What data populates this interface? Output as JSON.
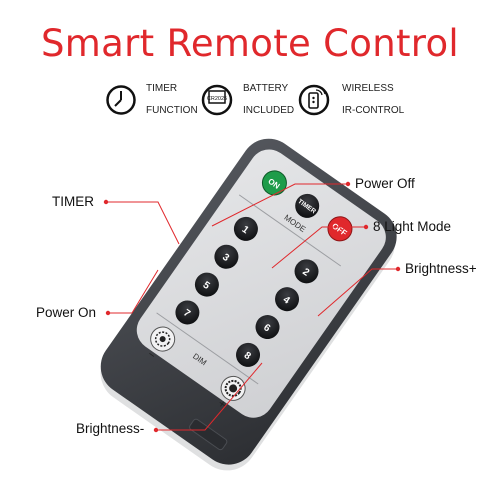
{
  "title": "Smart Remote Control",
  "features": [
    {
      "icon": "clock-icon",
      "line1": "TIMER",
      "line2": "FUNCTION"
    },
    {
      "icon": "battery-icon",
      "icon_text": "CR2025",
      "line1": "BATTERY",
      "line2": "INCLUDED"
    },
    {
      "icon": "wireless-remote-icon",
      "line1": "WIRELESS",
      "line2": "IR-CONTROL"
    }
  ],
  "callouts": {
    "timer": "TIMER",
    "power_off": "Power Off",
    "light_mode": "8 Light Mode",
    "brightness_up": "Brightness+",
    "power_on": "Power On",
    "brightness_down": "Brightness-"
  },
  "remote": {
    "on": "ON",
    "timer": "TIMER",
    "off": "OFF",
    "mode": "MODE",
    "dim": "DIM",
    "plus": "+",
    "minus": "−",
    "numbers": [
      "1",
      "2",
      "3",
      "4",
      "5",
      "6",
      "7",
      "8"
    ]
  },
  "colors": {
    "title": "#e0282c",
    "accent_line": "#e0282c",
    "remote_body": "#3a3d42",
    "remote_face": "#d9dadd",
    "on_button": "#1e9c4a",
    "off_button": "#e0282c"
  }
}
